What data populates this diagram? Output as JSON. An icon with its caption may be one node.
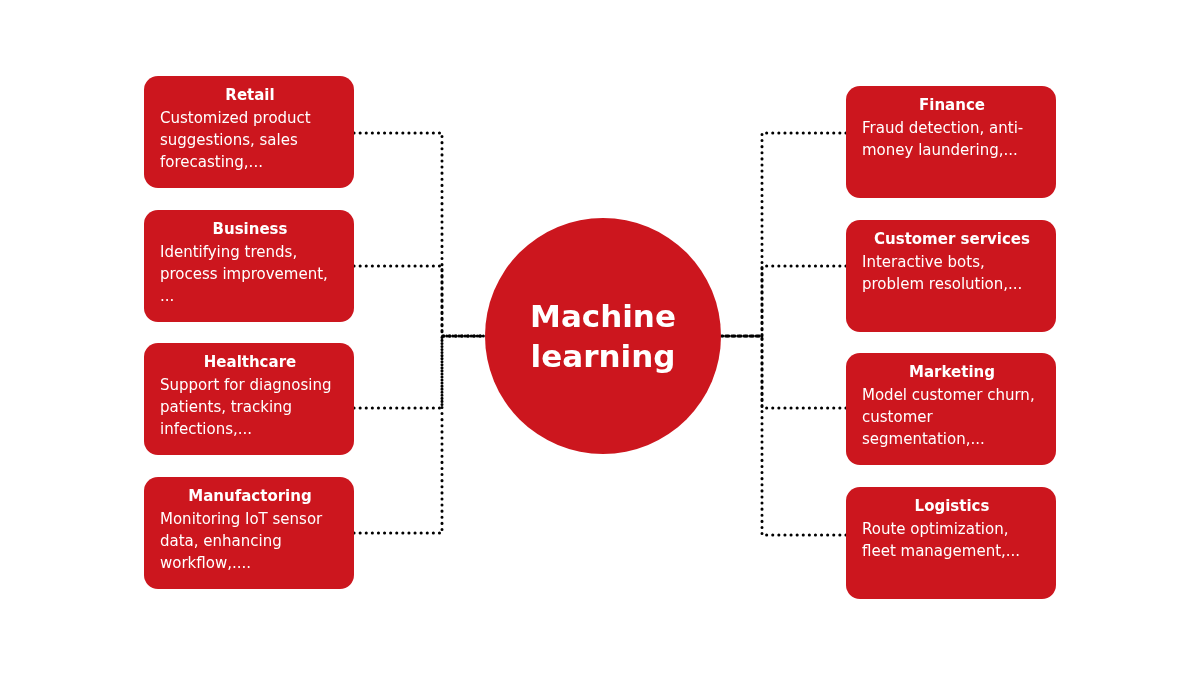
{
  "diagram": {
    "nodes": [
      {
        "text": [
          "Retail",
          "Customized product suggestions, sales forecasting,..."
        ]
      },
      {
        "text": [
          "Business",
          "Identifying trends, process improvement, ..."
        ]
      },
      {
        "text": [
          "Healthcare",
          "Support for diagnosing patients, tracking infections,..."
        ]
      },
      {
        "text": [
          "Manufactoring",
          "Monitoring IoT sensor data, enhancing workflow,...."
        ]
      },
      {
        "text": [
          "Machine learning"
        ]
      },
      {
        "text": [
          "Finance",
          "Fraud detection, anti-money laundering,..."
        ]
      },
      {
        "text": [
          "Customer services",
          "Interactive bots, problem resolution,..."
        ]
      },
      {
        "text": [
          "Marketing",
          "Model customer churn, customer segmentation,..."
        ]
      },
      {
        "text": [
          "Logistics",
          "Route optimization, fleet management,..."
        ]
      }
    ],
    "edges": [
      {
        "from": 0,
        "to": 4,
        "arrow": "none",
        "style": "dashed"
      },
      {
        "from": 1,
        "to": 4,
        "arrow": "none",
        "style": "dashed"
      },
      {
        "from": 2,
        "to": 4,
        "arrow": "none",
        "style": "dashed"
      },
      {
        "from": 3,
        "to": 4,
        "arrow": "none",
        "style": "dashed"
      },
      {
        "from": 5,
        "to": 4,
        "arrow": "none",
        "style": "dashed"
      },
      {
        "from": 6,
        "to": 4,
        "arrow": "none",
        "style": "dashed"
      },
      {
        "from": 7,
        "to": 4,
        "arrow": "none",
        "style": "dashed"
      },
      {
        "from": 8,
        "to": 4,
        "arrow": "none",
        "style": "dashed"
      }
    ]
  }
}
